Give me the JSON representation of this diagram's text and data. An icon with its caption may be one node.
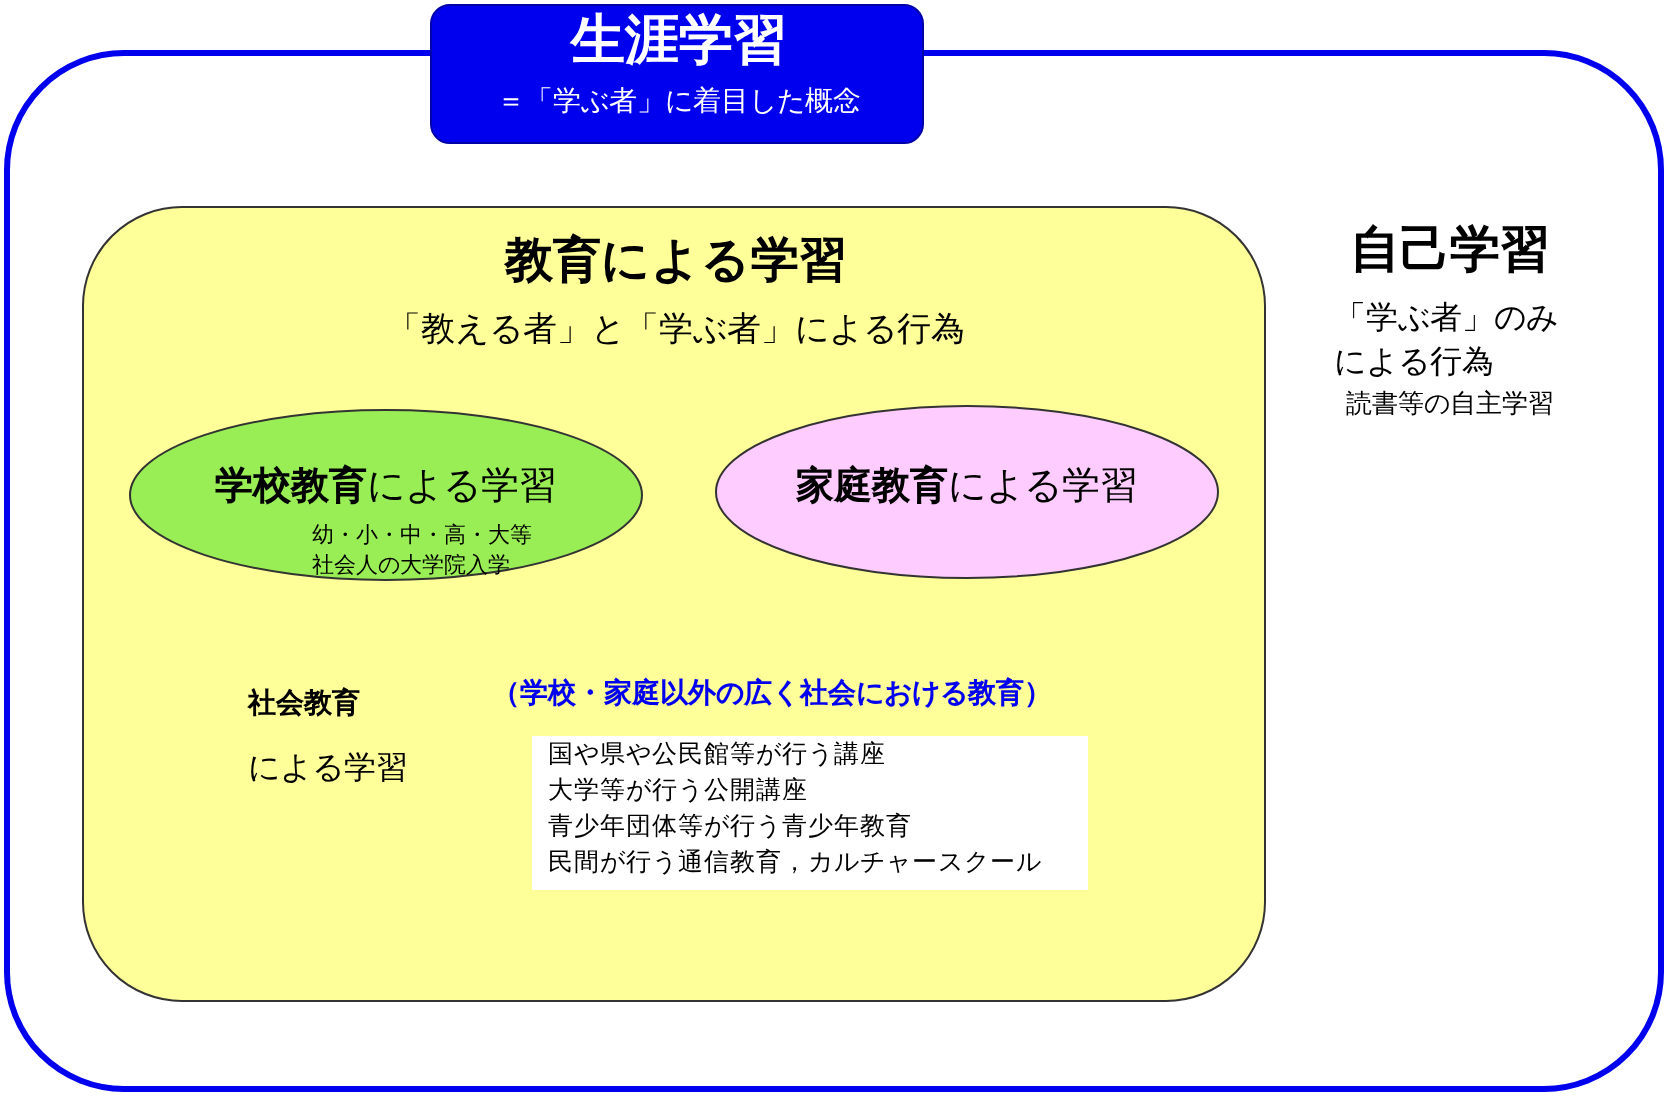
{
  "diagram": {
    "nodes": [
      {
        "text": [
          "自己学習",
          "「学ぶ者」のみによる行為",
          "読書等の自主学習"
        ]
      },
      {
        "text": [
          "生涯学習",
          "＝「学ぶ者」に着目した概念"
        ]
      },
      {
        "text": [
          "教育による学習",
          "「教える者」と「学ぶ者」による行為",
          "社会教育",
          "による学習",
          "（学校・家庭以外の広く社会における教育）"
        ],
        "in": 0
      },
      {
        "text": [
          "**学校教育**による学習",
          "幼・小・中・高・大等",
          "社会人の大学院入学"
        ],
        "in": 2
      },
      {
        "text": [
          "**家庭教育**による学習"
        ],
        "in": 2
      },
      {
        "text": [
          "国や県や公民館等が行う講座",
          "大学等が行う公開講座",
          "青少年団体等が行う青少年教育",
          "民間が行う通信教育，カルチャースクール"
        ],
        "in": 2
      }
    ],
    "edges": []
  }
}
